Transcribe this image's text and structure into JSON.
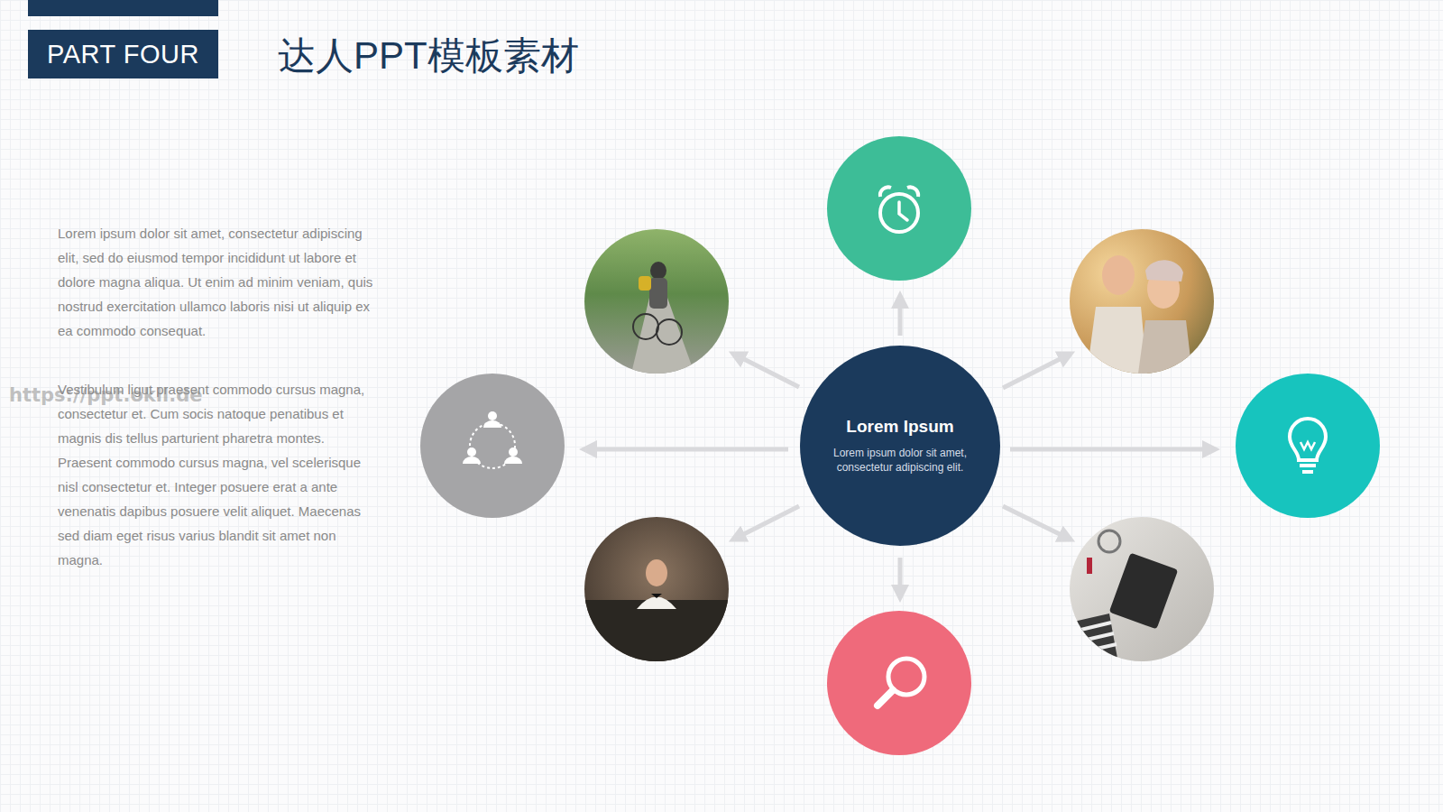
{
  "diagram": {
    "title": "达人PPT模板素材",
    "nodes": [
      {
        "text": [
          "PART FOUR"
        ]
      },
      {
        "text": [
          "Lorem Ipsum",
          "Lorem ipsum dolor sit amet, consectetur adipiscing elit."
        ]
      }
    ],
    "labels": [
      "Lorem ipsum dolor sit amet, consectetur adipiscing elit, sed do eiusmod tempor incididunt ut labore et dolore magna aliqua. Ut enim ad minim veniam, quis nostrud exercitation ullamco laboris nisi ut aliquip ex ea commodo consequat.",
      "Vestibulum ligut praesent commodo cursus magna, consectetur et. Cum socis natoque penatibus et magnis dis tellus parturient pharetra montes. Praesent commodo cursus magna, vel scelerisque nisl consectetur et. Integer posuere erat a ante venenatis dapibus posuere velit aliquet. Maecenas sed diam eget risus varius blandit sit amet non magna.",
      "https://ppt.okll.de"
    ]
  }
}
